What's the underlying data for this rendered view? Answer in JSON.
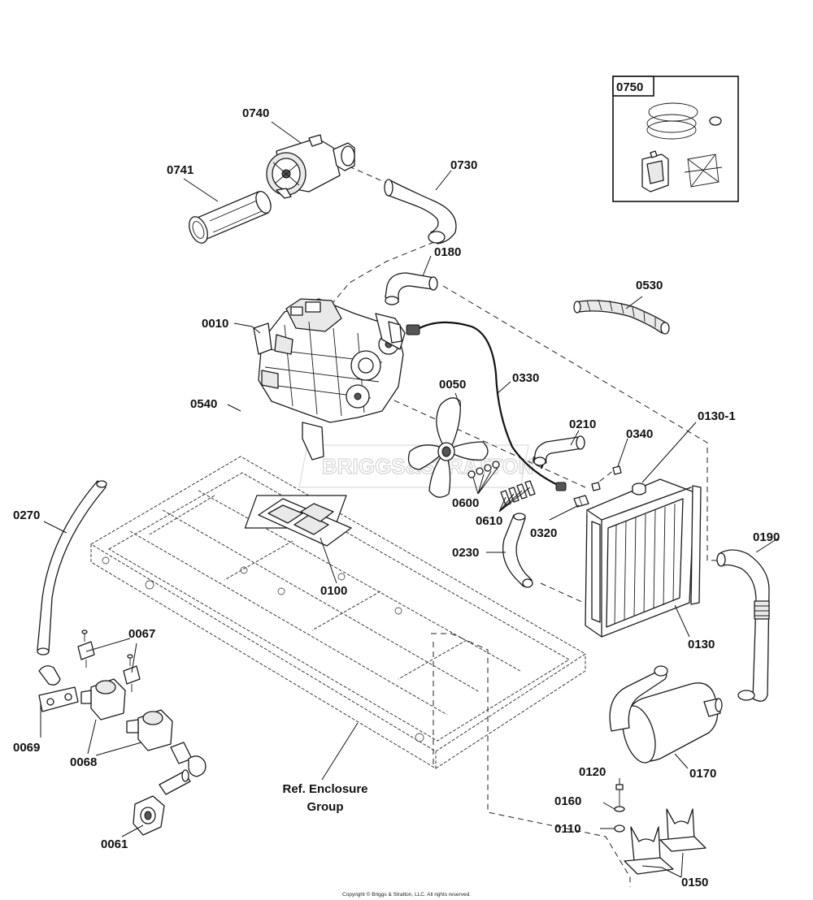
{
  "callouts": {
    "c0740": "0740",
    "c0741": "0741",
    "c0730": "0730",
    "c0750": "0750",
    "c0180": "0180",
    "c0530": "0530",
    "c0010": "0010",
    "c0050": "0050",
    "c0330": "0330",
    "c0540": "0540",
    "c0210": "0210",
    "c0340": "0340",
    "c0130_1": "0130-1",
    "c0600": "0600",
    "c0610": "0610",
    "c0320": "0320",
    "c0270": "0270",
    "c0230": "0230",
    "c0190": "0190",
    "c0100": "0100",
    "c0067": "0067",
    "c0130": "0130",
    "c0069": "0069",
    "c0068": "0068",
    "c0170": "0170",
    "c0120": "0120",
    "c0160": "0160",
    "c0110": "0110",
    "c0061": "0061",
    "c0150": "0150"
  },
  "reference": {
    "line1": "Ref. Enclosure",
    "line2": "Group"
  },
  "watermark": "BRIGGS&STRATTON",
  "copyright": "Copyright © Briggs & Stratton, LLC. All rights reserved."
}
